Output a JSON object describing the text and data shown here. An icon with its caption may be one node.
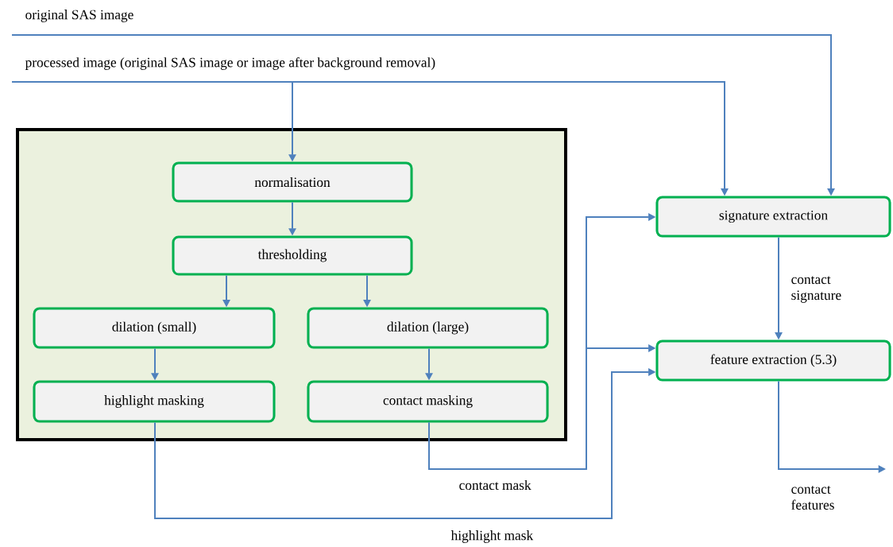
{
  "diagram": {
    "nodes": [
      {
        "text": [],
        "shape": "box"
      },
      {
        "text": [
          "normalisation"
        ],
        "in": 0
      },
      {
        "text": [
          "thresholding"
        ],
        "in": 0
      },
      {
        "text": [
          "dilation (small)"
        ],
        "in": 0
      },
      {
        "text": [
          "dilation (large)"
        ],
        "in": 0
      },
      {
        "text": [
          "highlight masking"
        ],
        "in": 0
      },
      {
        "text": [
          "contact masking"
        ],
        "in": 0
      },
      {
        "text": [
          "signature extraction"
        ]
      },
      {
        "text": [
          "feature extraction (5.3)"
        ]
      }
    ],
    "edges": [
      {
        "from": null,
        "to": 7,
        "arrow": "to",
        "label": "original SAS image"
      },
      {
        "from": null,
        "to": 1,
        "arrow": "to",
        "label": "processed image (original SAS image or image after background removal)"
      },
      {
        "from": null,
        "to": 7,
        "arrow": "to"
      },
      {
        "from": 1,
        "to": 2,
        "arrow": "to"
      },
      {
        "from": 2,
        "to": 3,
        "arrow": "to"
      },
      {
        "from": 2,
        "to": 4,
        "arrow": "to"
      },
      {
        "from": 3,
        "to": 5,
        "arrow": "to"
      },
      {
        "from": 4,
        "to": 6,
        "arrow": "to"
      },
      {
        "from": 6,
        "to": 7,
        "arrow": "to",
        "label": "contact mask"
      },
      {
        "from": 6,
        "to": 8,
        "arrow": "to"
      },
      {
        "from": 5,
        "to": 8,
        "arrow": "to",
        "label": "highlight mask"
      },
      {
        "from": 7,
        "to": 8,
        "arrow": "to",
        "label": "contact signature"
      },
      {
        "from": 8,
        "to": null,
        "arrow": "to",
        "label": "contact features"
      }
    ]
  }
}
